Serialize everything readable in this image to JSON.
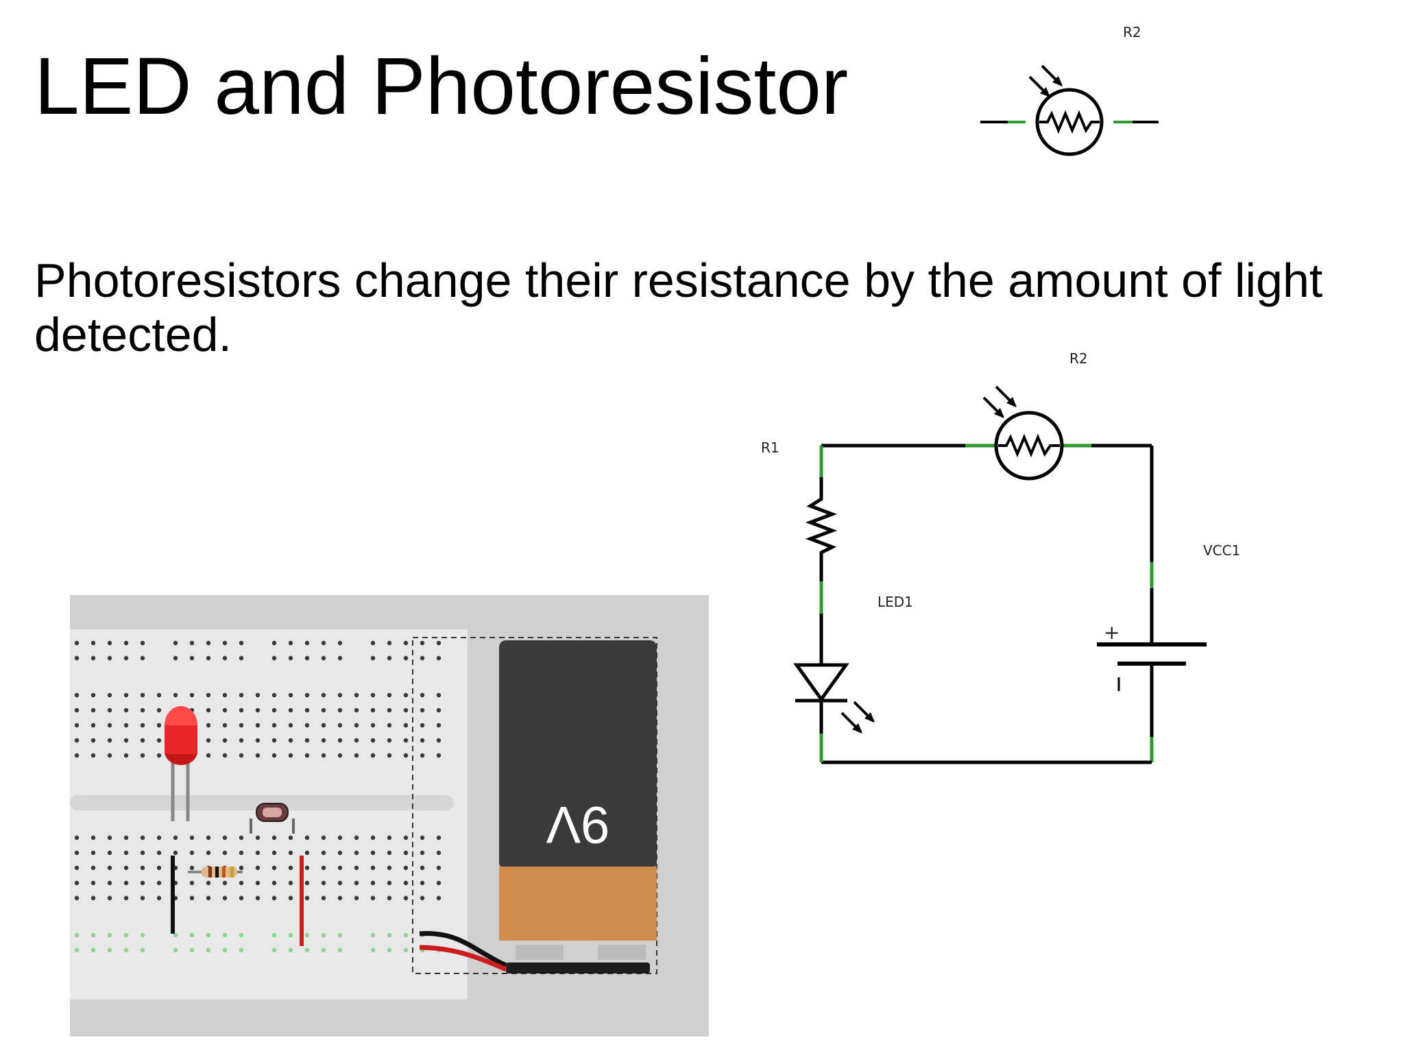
{
  "slide": {
    "title": "LED and Photoresistor",
    "body": "Photoresistors change their resistance by the amount of light detected."
  },
  "symbol": {
    "label": "R2"
  },
  "schematic": {
    "labels": {
      "r1": "R1",
      "r2": "R2",
      "led": "LED1",
      "vcc": "VCC1",
      "plus": "+"
    }
  },
  "breadboard": {
    "battery_label": "9V",
    "colors": {
      "board": "#d0d0d0",
      "led": "#e8262a",
      "battery_top": "#3a3a3a",
      "battery_bottom": "#d08c4c",
      "wire_power": "#cc1c1c",
      "wire_ground": "#111111"
    }
  },
  "colors": {
    "wire": "#000000",
    "pin_highlight": "#2e9b2e"
  }
}
